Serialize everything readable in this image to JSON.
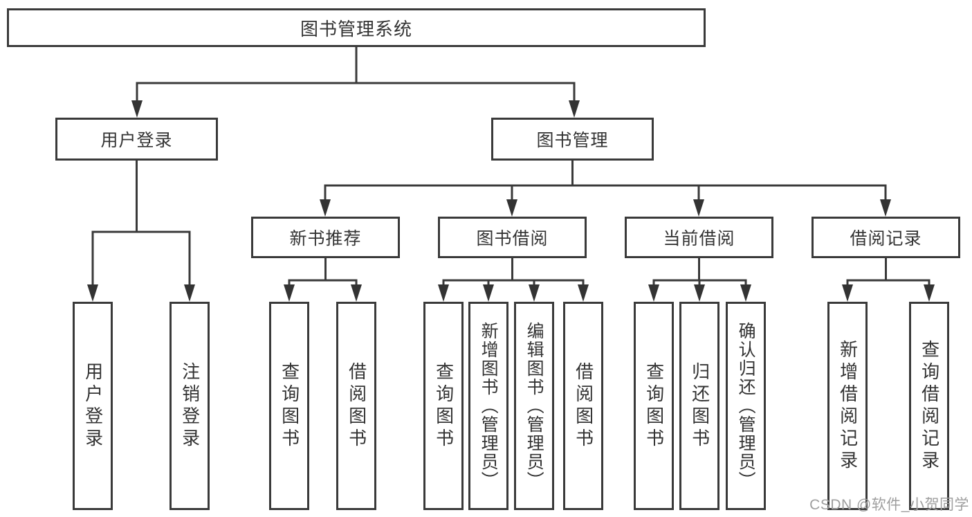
{
  "tree": {
    "root": "图书管理系统",
    "level2": [
      "用户登录",
      "图书管理"
    ],
    "level3": [
      "新书推荐",
      "图书借阅",
      "当前借阅",
      "借阅记录"
    ],
    "groups": [
      {
        "parent": "用户登录",
        "items": [
          "用户登录",
          "注销登录"
        ]
      },
      {
        "parent": "新书推荐",
        "items": [
          "查询图书",
          "借阅图书"
        ]
      },
      {
        "parent": "图书借阅",
        "items": [
          "查询图书",
          "新增图书（管理员）",
          "编辑图书（管理员）",
          "借阅图书"
        ]
      },
      {
        "parent": "当前借阅",
        "items": [
          "查询图书",
          "归还图书",
          "确认归还（管理员）"
        ]
      },
      {
        "parent": "借阅记录",
        "items": [
          "新增借阅记录",
          "查询借阅记录"
        ]
      }
    ]
  },
  "watermark": "CSDN @软件_小贺同学",
  "colors": {
    "line": "#3a3a3a",
    "text": "#333333",
    "watermark": "#9e9e9e",
    "background": "#ffffff"
  }
}
